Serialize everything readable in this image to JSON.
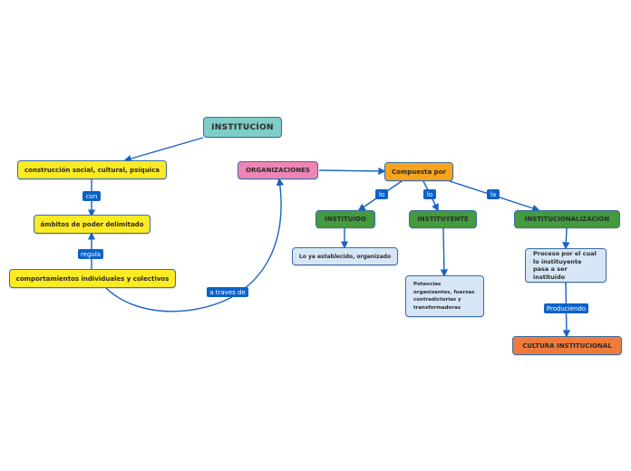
{
  "colors": {
    "line": "#1763c6",
    "tag_bg": "#0b62c9",
    "root": "#7ecdc8",
    "yellow": "#fcea23",
    "pink": "#ee85b4",
    "orange": "#f6a31f",
    "green": "#449a3f",
    "lightblue": "#d6e6f7",
    "culture": "#ef7a3b"
  },
  "nodes": {
    "root": "INSTITUCÍON",
    "construccion": "construcción social, cultural, psíquica",
    "ambitos": "ámbitos de poder delimitado",
    "comportamientos": "comportamientos individuales y colectivos",
    "organizaciones": "ORGANIZACIONES",
    "compuesta": "Compuesta por",
    "instituido": "INSTITUIDO",
    "instituyente": "INSTITUYENTE",
    "institucionalizacion": "INSTITUCIONALIZACIÓN",
    "establecido": "Lo ya establecido, organizado",
    "potencias": "Potencias organizantes, fuerzas contradictorias y transformadoras",
    "proceso": "Proceso por el cual lo instituyente pasa a ser instituido",
    "cultura": "CULTURA INSTITUCIONAL"
  },
  "labels": {
    "con": "con",
    "regula": "regula",
    "a_traves": "a traves de",
    "lo_1": "lo",
    "lo_2": "lo",
    "la": "la",
    "produciendo": "Produciendo"
  }
}
